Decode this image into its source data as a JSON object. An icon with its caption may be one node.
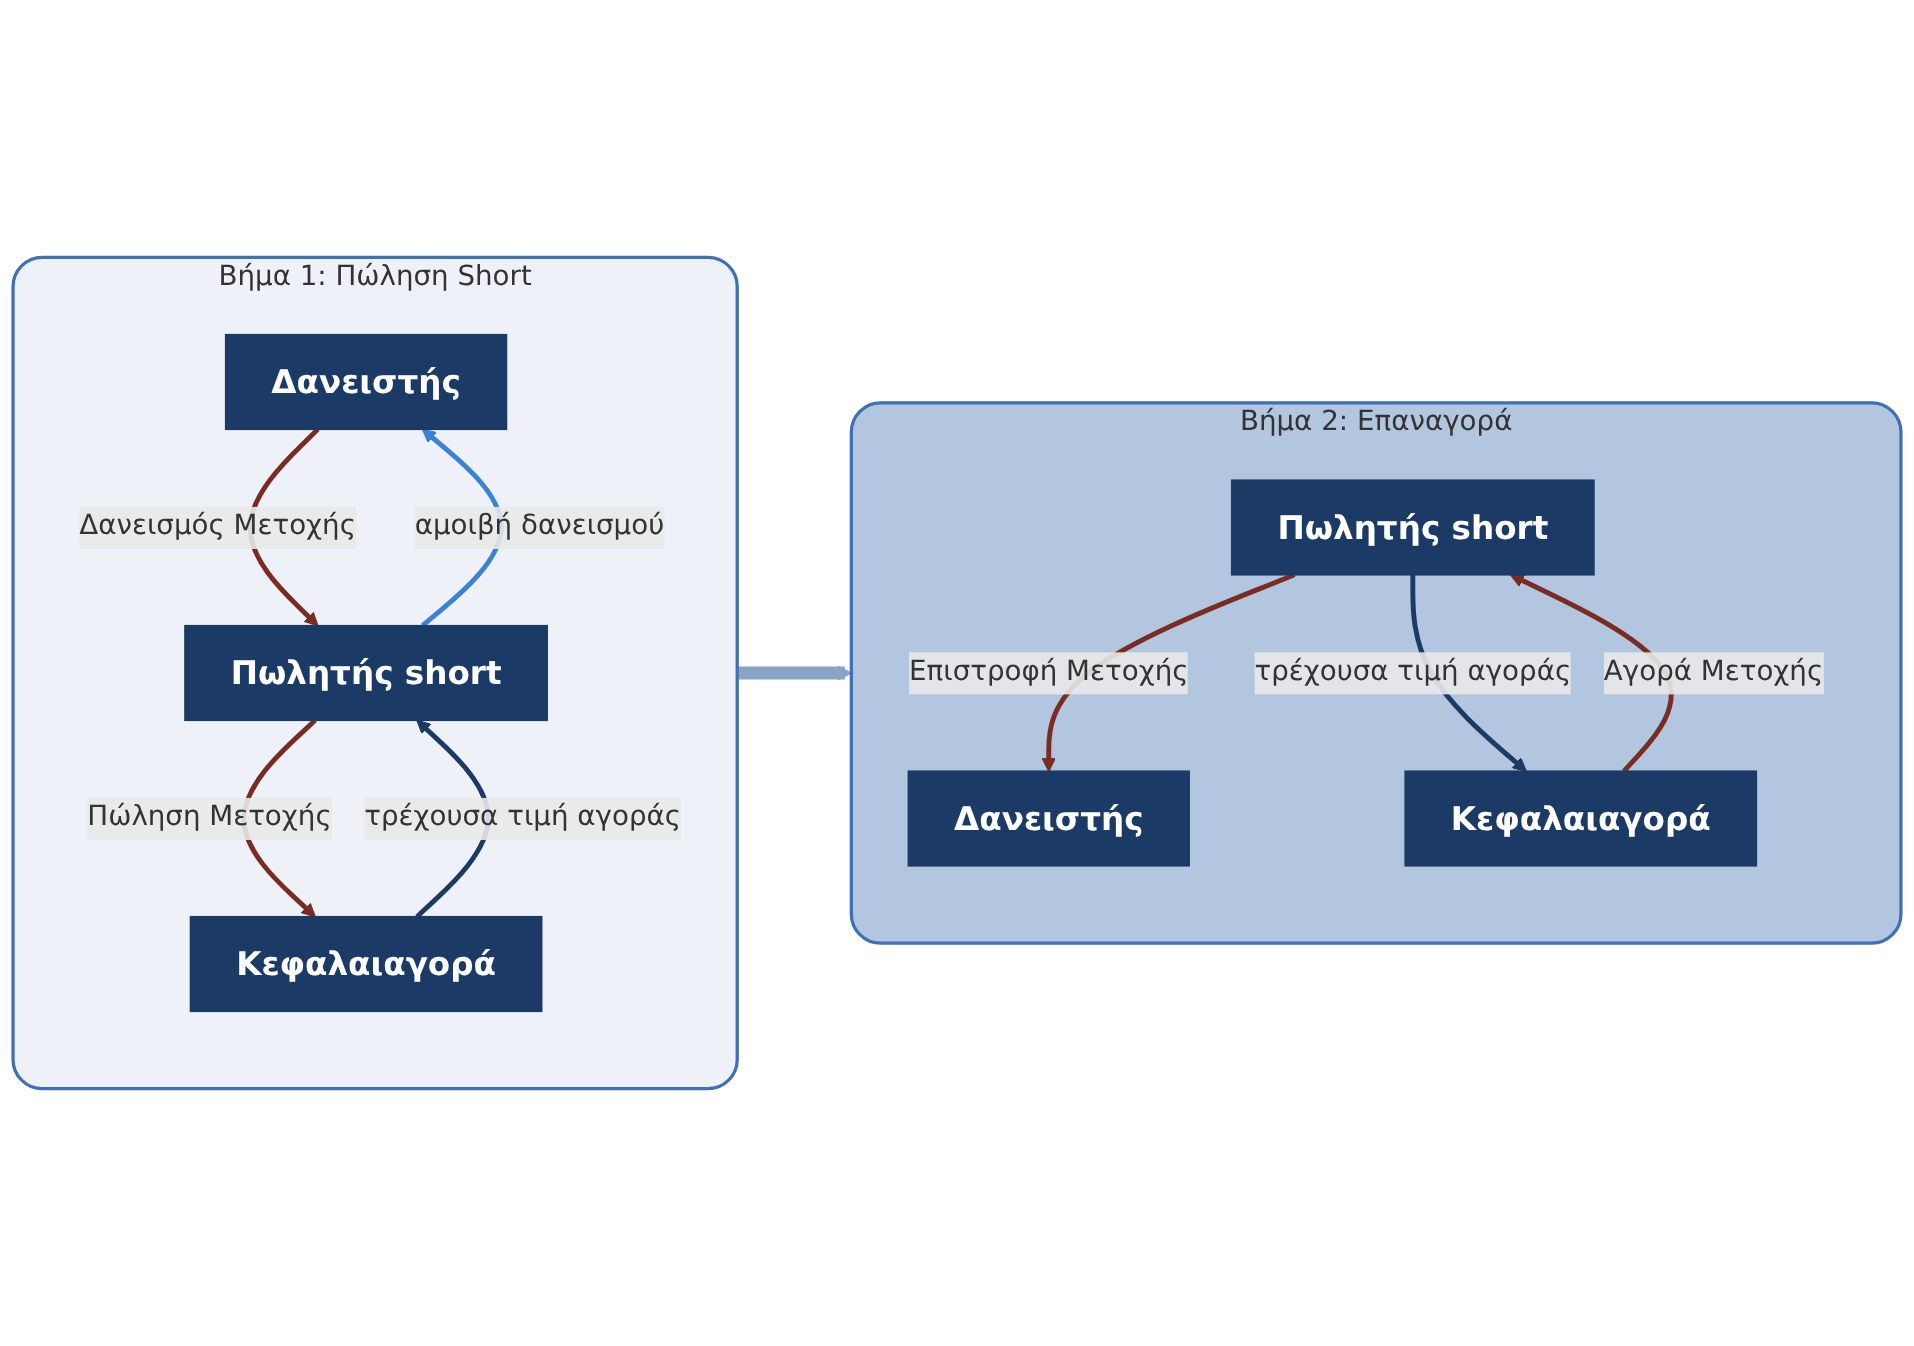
{
  "diagram": {
    "nodes": [
      {
        "text": [
          "Βήμα 1: Πώληση Short"
        ]
      },
      {
        "text": [
          "Δανειστής"
        ],
        "in": 0
      },
      {
        "text": [
          "Πωλητής short"
        ],
        "in": 0
      },
      {
        "text": [
          "Κεφαλαιαγορά"
        ],
        "in": 0
      },
      {
        "text": [
          "Βήμα 2: Επαναγορά"
        ]
      },
      {
        "text": [
          "Δανειστής"
        ],
        "in": 4
      },
      {
        "text": [
          "Πωλητής short"
        ],
        "in": 4
      },
      {
        "text": [
          "Κεφαλαιαγορά"
        ],
        "in": 4
      }
    ],
    "edges": [
      {
        "from": 1,
        "to": 2,
        "arrow": "to",
        "label": "Δανεισμός Μετοχής"
      },
      {
        "from": 2,
        "to": 1,
        "arrow": "to",
        "label": "αμοιβή δανεισμού",
        "color": "#3b82d6"
      },
      {
        "from": 2,
        "to": 3,
        "arrow": "to",
        "label": "Πώληση Μετοχής"
      },
      {
        "from": 3,
        "to": 2,
        "arrow": "to",
        "label": "τρέχουσα τιμή αγοράς",
        "color": "#1b3a66"
      },
      {
        "from": 0,
        "to": 4,
        "arrow": "to",
        "style": "thick",
        "color": "#8aa4c8"
      },
      {
        "from": 6,
        "to": 5,
        "arrow": "to",
        "label": "Επιστροφή Μετοχής"
      },
      {
        "from": 7,
        "to": 6,
        "arrow": "to",
        "label": "Αγορά Μετοχής"
      },
      {
        "from": 6,
        "to": 7,
        "arrow": "to",
        "label": "τρέχουσα τιμή αγοράς",
        "color": "#1b3a66"
      }
    ]
  }
}
